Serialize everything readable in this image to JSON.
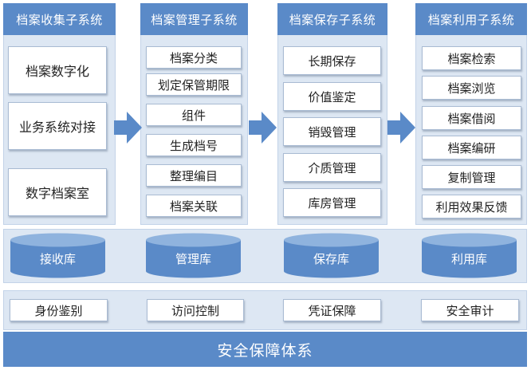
{
  "subsystems": [
    {
      "title": "档案收集子系统",
      "items": [
        "档案数字化",
        "业务系统对接",
        "数字档案室"
      ]
    },
    {
      "title": "档案管理子系统",
      "items": [
        "档案分类",
        "划定保管期限",
        "组件",
        "生成档号",
        "整理编目",
        "档案关联"
      ]
    },
    {
      "title": "档案保存子系统",
      "items": [
        "长期保存",
        "价值鉴定",
        "销毁管理",
        "介质管理",
        "库房管理"
      ]
    },
    {
      "title": "档案利用子系统",
      "items": [
        "档案检索",
        "档案浏览",
        "档案借阅",
        "档案编研",
        "复制管理",
        "利用效果反馈"
      ]
    }
  ],
  "databases": [
    "接收库",
    "管理库",
    "保存库",
    "利用库"
  ],
  "security": [
    "身份鉴别",
    "访问控制",
    "凭证保障",
    "安全审计"
  ],
  "footer": "安全保障体系",
  "colors": {
    "header": "#5a8ac8",
    "panel": "#dde7f3",
    "arrow": "#5a8ac8",
    "db": "#5a8ac8"
  }
}
